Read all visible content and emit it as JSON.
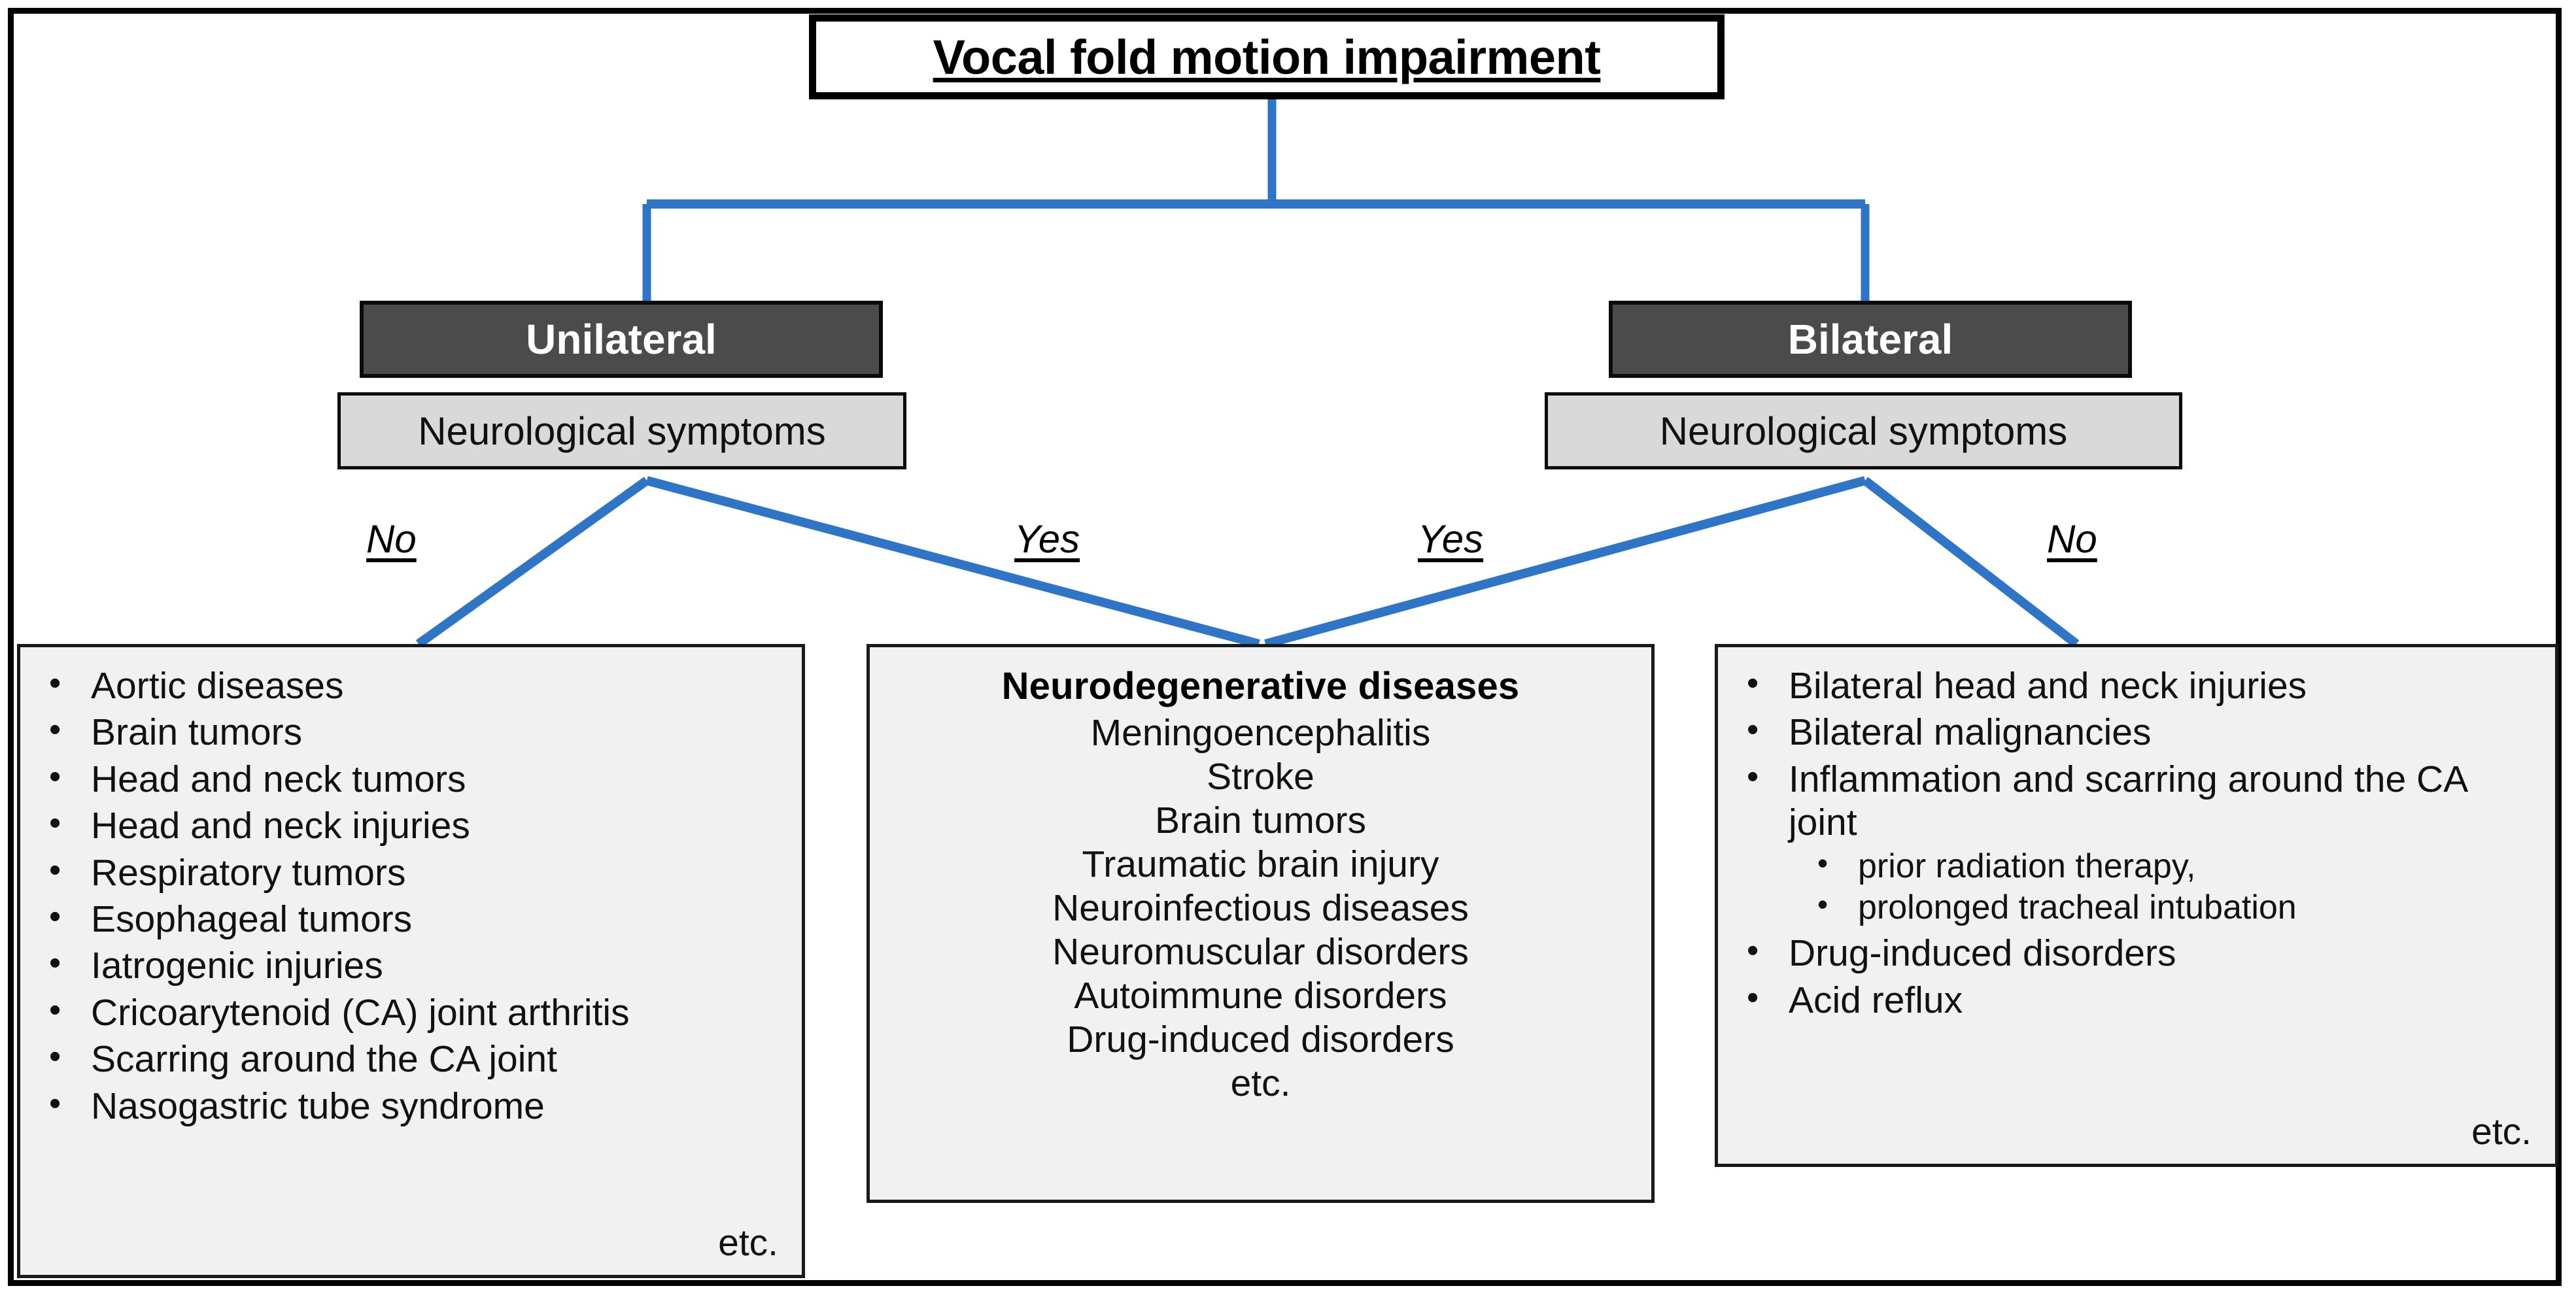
{
  "diagram": {
    "title": "Vocal fold motion impairment",
    "branches": [
      {
        "label": "Unilateral",
        "question": "Neurological symptoms"
      },
      {
        "label": "Bilateral",
        "question": "Neurological symptoms"
      }
    ],
    "edge_labels": {
      "unilateral_no": "No",
      "unilateral_yes": "Yes",
      "bilateral_yes": "Yes",
      "bilateral_no": "No"
    },
    "boxes": {
      "unilateral_no_box": {
        "items": [
          "Aortic diseases",
          "Brain tumors",
          "Head and neck tumors",
          "Head and neck injuries",
          "Respiratory tumors",
          "Esophageal tumors",
          "Iatrogenic injuries",
          "Cricoarytenoid (CA) joint arthritis",
          "Scarring around the CA joint",
          "Nasogastric tube syndrome"
        ],
        "etc": "etc."
      },
      "neurological_box": {
        "heading": "Neurodegenerative  diseases",
        "items": [
          "Meningoencephalitis",
          "Stroke",
          "Brain tumors",
          "Traumatic brain injury",
          "Neuroinfectious diseases",
          "Neuromuscular disorders",
          "Autoimmune disorders",
          "Drug-induced disorders"
        ],
        "etc": "etc."
      },
      "bilateral_no_box": {
        "items": [
          {
            "text": "Bilateral head and neck injuries"
          },
          {
            "text": "Bilateral malignancies"
          },
          {
            "text": "Inflammation and scarring around the CA joint",
            "subitems": [
              "prior radiation therapy,",
              "prolonged tracheal intubation"
            ]
          },
          {
            "text": "Drug-induced disorders"
          },
          {
            "text": "Acid reflux"
          }
        ],
        "etc": "etc."
      }
    },
    "colors": {
      "connector_blue": "#2E75C7",
      "branch_fill": "#4b4b4b",
      "question_fill": "#d9d9d9",
      "list_fill": "#f1f1f1",
      "frame": "#000000"
    }
  }
}
